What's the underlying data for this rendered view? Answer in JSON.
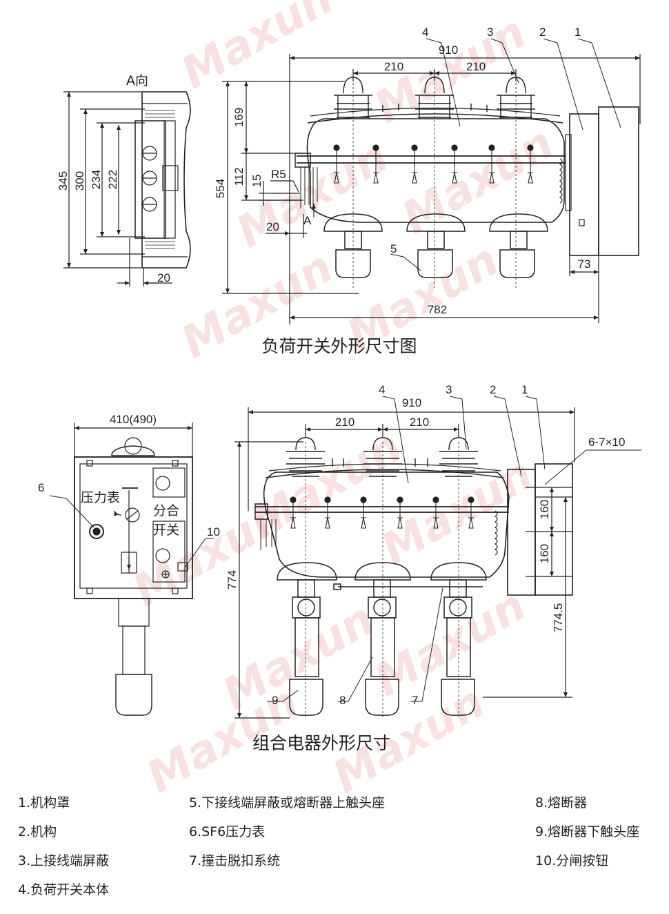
{
  "watermark": "Maxun",
  "diagram1": {
    "title": "负荷开关外形尺寸图",
    "side_view_label": "A向",
    "dims": {
      "d345": "345",
      "d300": "300",
      "d234": "234",
      "d222": "222",
      "d20a": "20",
      "d554": "554",
      "d169": "169",
      "d112": "112",
      "d15": "15",
      "r5": "R5",
      "d20b": "20",
      "arrowA": "A",
      "d910": "910",
      "d210a": "210",
      "d210b": "210",
      "d73": "73",
      "d782": "782"
    },
    "callouts": [
      "1",
      "2",
      "3",
      "4",
      "5"
    ]
  },
  "diagram2": {
    "title": "组合电器外形尺寸",
    "dims": {
      "d410": "410(490)",
      "d910": "910",
      "d210a": "210",
      "d210b": "210",
      "d774": "774",
      "d7745": "774.5",
      "d160a": "160",
      "d160b": "160",
      "holes": "6-7×10"
    },
    "labels": {
      "pressure": "压力表",
      "open_close_top": "分合",
      "open_close_bottom": "开关"
    },
    "callouts": [
      "1",
      "2",
      "3",
      "4",
      "6",
      "7",
      "8",
      "9",
      "10"
    ]
  },
  "legend": {
    "col1": [
      "1.机构罩",
      "2.机构",
      "3.上接线端屏蔽",
      "4.负荷开关本体"
    ],
    "col2": [
      "5.下接线端屏蔽或熔断器上触头座",
      "6.SF6压力表",
      "7.撞击脱扣系统"
    ],
    "col3": [
      "8.熔断器",
      "9.熔断器下触头座",
      "10.分闸按钮"
    ]
  }
}
